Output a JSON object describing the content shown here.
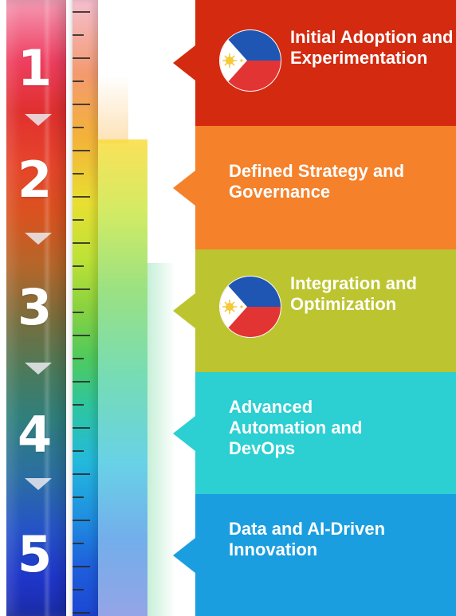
{
  "levels": [
    {
      "number": "1",
      "label": "Initial Adoption and Experimentation",
      "color": "#d42a0f",
      "has_flag": true
    },
    {
      "number": "2",
      "label": "Defined Strategy and Governance",
      "color": "#f5812b",
      "has_flag": false
    },
    {
      "number": "3",
      "label": "Integration and Optimization",
      "color": "#bcc42f",
      "has_flag": true
    },
    {
      "number": "4",
      "label": "Advanced Automation and DevOps",
      "color": "#2ccfd2",
      "has_flag": false
    },
    {
      "number": "5",
      "label": "Data and AI-Driven Innovation",
      "color": "#1b9ee0",
      "has_flag": false
    }
  ],
  "colors": {
    "flag_blue": "#1f56b4",
    "flag_red": "#e33434",
    "flag_white": "#ffffff",
    "flag_sun": "#f6c93b"
  },
  "icons": {
    "flag": "philippines-flag-icon",
    "arrow": "down-triangle-arrow-icon"
  }
}
